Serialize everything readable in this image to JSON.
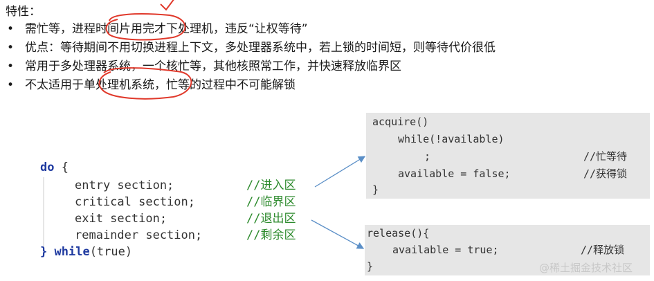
{
  "heading": "特性：",
  "bullets": [
    {
      "marker": "•",
      "text": "需忙等，进程时间片用完才下处理机，违反“让权等待”"
    },
    {
      "marker": "•",
      "text": "优点：等待期间不用切换进程上下文，多处理器系统中，若上锁的时间短，则等待代价很低"
    },
    {
      "marker": "•",
      "text": "常用于多处理器系统，一个核忙等，其他核照常工作，并快速释放临界区"
    },
    {
      "marker": "•",
      "text": "不太适用于单处理机系统，忙等的过程中不可能解锁"
    }
  ],
  "code": {
    "do_open_kw": "do",
    "do_open_rest": " {",
    "lines": [
      {
        "code": "entry section;",
        "comment": "//进入区"
      },
      {
        "code": "critical section;",
        "comment": "//临界区"
      },
      {
        "code": "exit section;",
        "comment": "//退出区"
      },
      {
        "code": "remainder section;",
        "comment": "//剩余区"
      }
    ],
    "close_brace": "}",
    "close_kw": "while",
    "close_rest": "(true)"
  },
  "acquire": {
    "lines": [
      {
        "code": "acquire()",
        "comment": ""
      },
      {
        "code": "while(!available)",
        "comment": ""
      },
      {
        "code": ";",
        "comment": "//忙等待"
      },
      {
        "code": "available = false;",
        "comment": "//获得锁"
      },
      {
        "code": "}",
        "comment": ""
      }
    ]
  },
  "release": {
    "lines": [
      {
        "code": "release(){",
        "comment": ""
      },
      {
        "code": "available = true;",
        "comment": "//释放锁"
      },
      {
        "code": "}",
        "comment": ""
      }
    ]
  },
  "watermark": "@稀土掘金技术社区",
  "colors": {
    "keyword": "#1f3aa0",
    "comment": "#2c8a2c",
    "box_background": "#e6e6e6",
    "arrow": "#5b8fc7",
    "annotation": "#e0392b"
  }
}
